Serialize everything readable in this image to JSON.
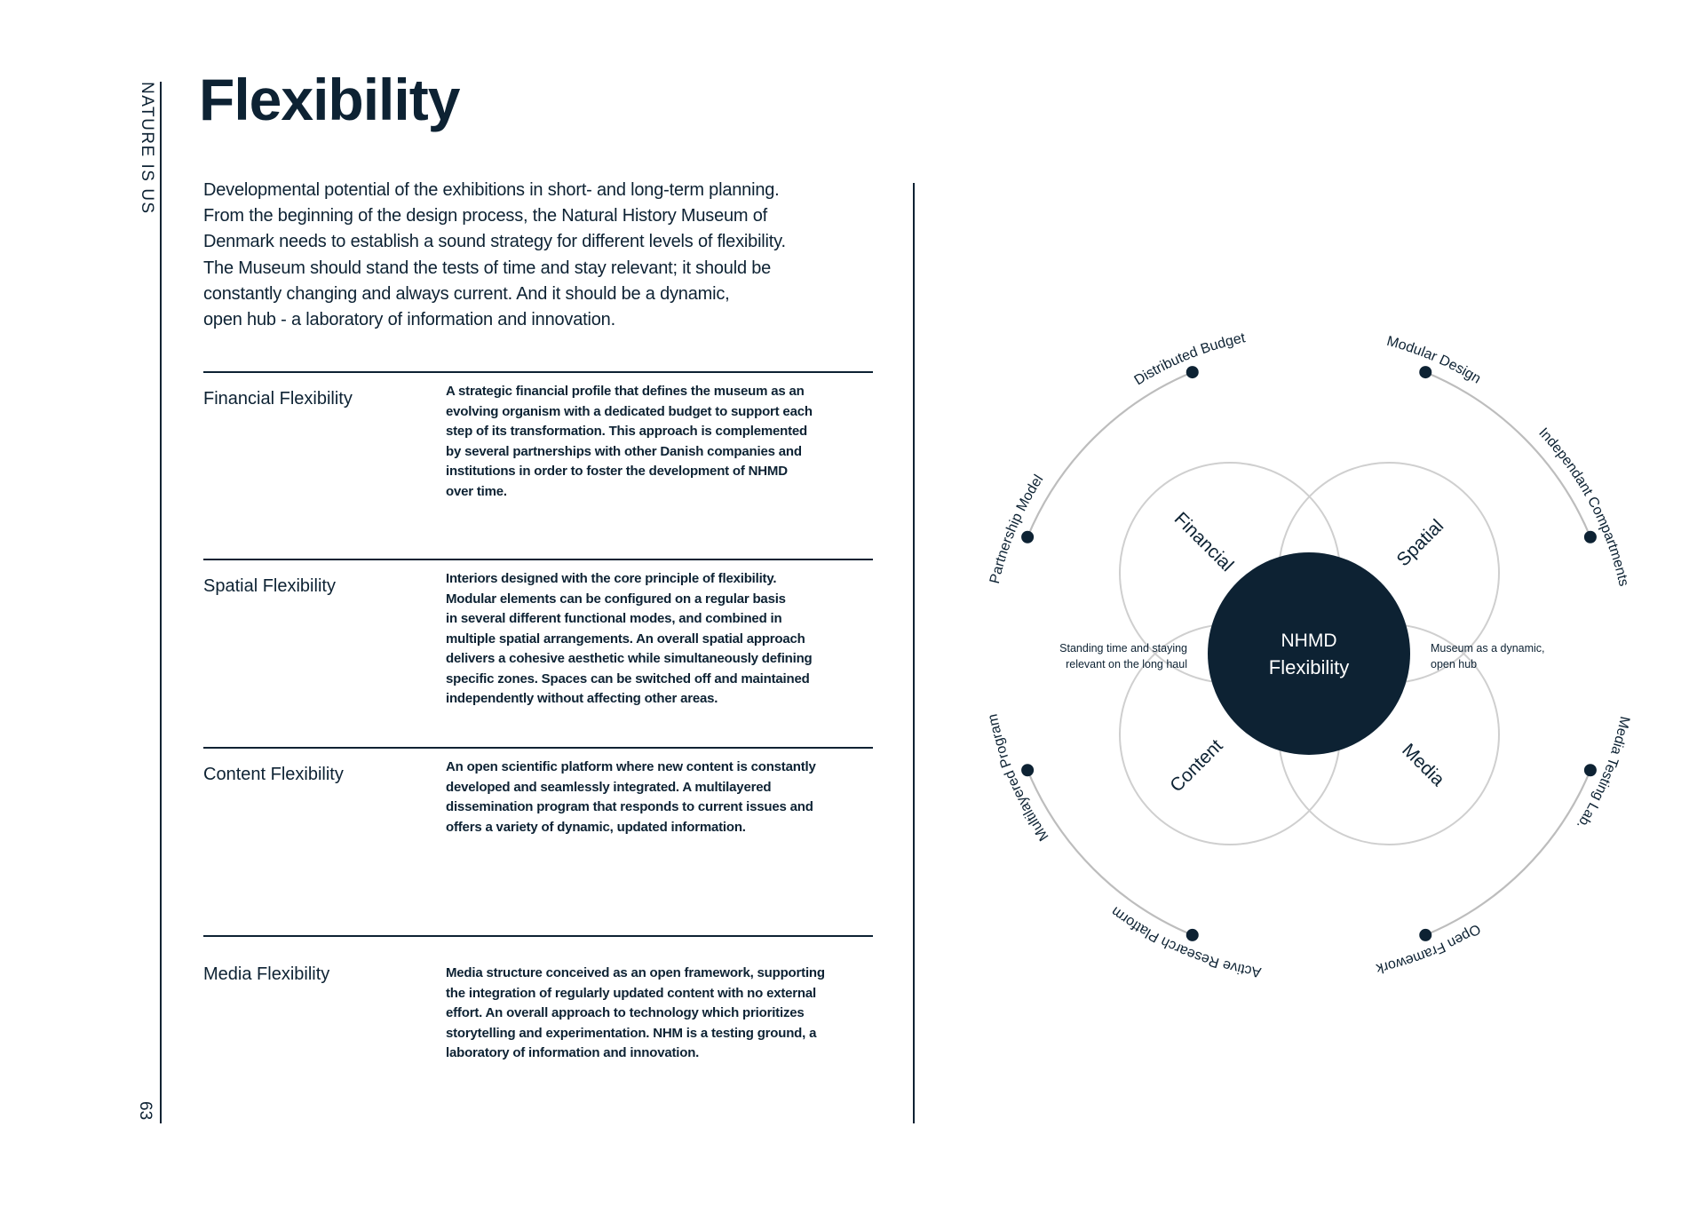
{
  "side_label": "NATURE IS US",
  "page_number": "63",
  "title": "Flexibility",
  "intro_lines": [
    "Developmental potential of the exhibitions in short- and long-term planning.",
    "From the beginning of the design process, the Natural History Museum of",
    "Denmark needs to establish a sound strategy for different levels of flexibility.",
    "The Museum should stand the tests of time and stay relevant; it should be",
    "constantly changing and always current. And it should be a dynamic,",
    "open hub - a laboratory of information and innovation."
  ],
  "sections": [
    {
      "title": "Financial Flexibility",
      "lines": [
        "A strategic financial profile that defines the museum as an",
        "evolving organism with a dedicated budget to support each",
        "step of its transformation. This approach is complemented",
        "by several partnerships with other Danish companies and",
        "institutions in order to foster the development of NHMD",
        "over time."
      ]
    },
    {
      "title": "Spatial Flexibility",
      "lines": [
        "Interiors designed with the core principle of flexibility.",
        "Modular elements can be configured  on a regular basis",
        "in several different functional modes, and combined in",
        "multiple spatial arrangements. An overall spatial approach",
        "delivers a cohesive aesthetic while simultaneously defining",
        "specific zones. Spaces can be switched off and maintained",
        "independently without affecting other areas."
      ]
    },
    {
      "title": "Content Flexibility",
      "lines": [
        "An open scientific platform where new content is constantly",
        "developed and seamlessly integrated. A multilayered",
        "dissemination program that responds to current issues and",
        "offers a variety of dynamic, updated information."
      ]
    },
    {
      "title": "Media Flexibility",
      "lines": [
        "Media structure conceived as an open framework, supporting",
        "the integration of regularly updated content with no external",
        "effort. An overall approach to technology which prioritizes",
        "storytelling and experimentation. NHM is a testing ground, a",
        "laboratory of information and innovation."
      ]
    }
  ],
  "diagram": {
    "center_line1": "NHMD",
    "center_line2": "Flexibility",
    "left_note": [
      "Standing time and staying",
      "relevant on the long haul"
    ],
    "right_note": [
      "Museum as a dynamic,",
      "open hub"
    ],
    "petals": [
      "Financial",
      "Spatial",
      "Content",
      "Media"
    ],
    "outer_labels": [
      {
        "text": "Distributed Budget",
        "angle": -112
      },
      {
        "text": "Modular Design",
        "angle": -67
      },
      {
        "text": "Independant Compartments",
        "angle": -28
      },
      {
        "text": "Media Testing Lab.",
        "angle": 22
      },
      {
        "text": "Open Framework",
        "angle": 68
      },
      {
        "text": "Active Research Platform",
        "angle": 113
      },
      {
        "text": "Multilayered Program",
        "angle": 157
      },
      {
        "text": "Partnership Model",
        "angle": -157
      }
    ]
  },
  "colors": {
    "navy": "#0d2233",
    "arc": "#bdbdbd",
    "venn": "#cfcfcf"
  }
}
